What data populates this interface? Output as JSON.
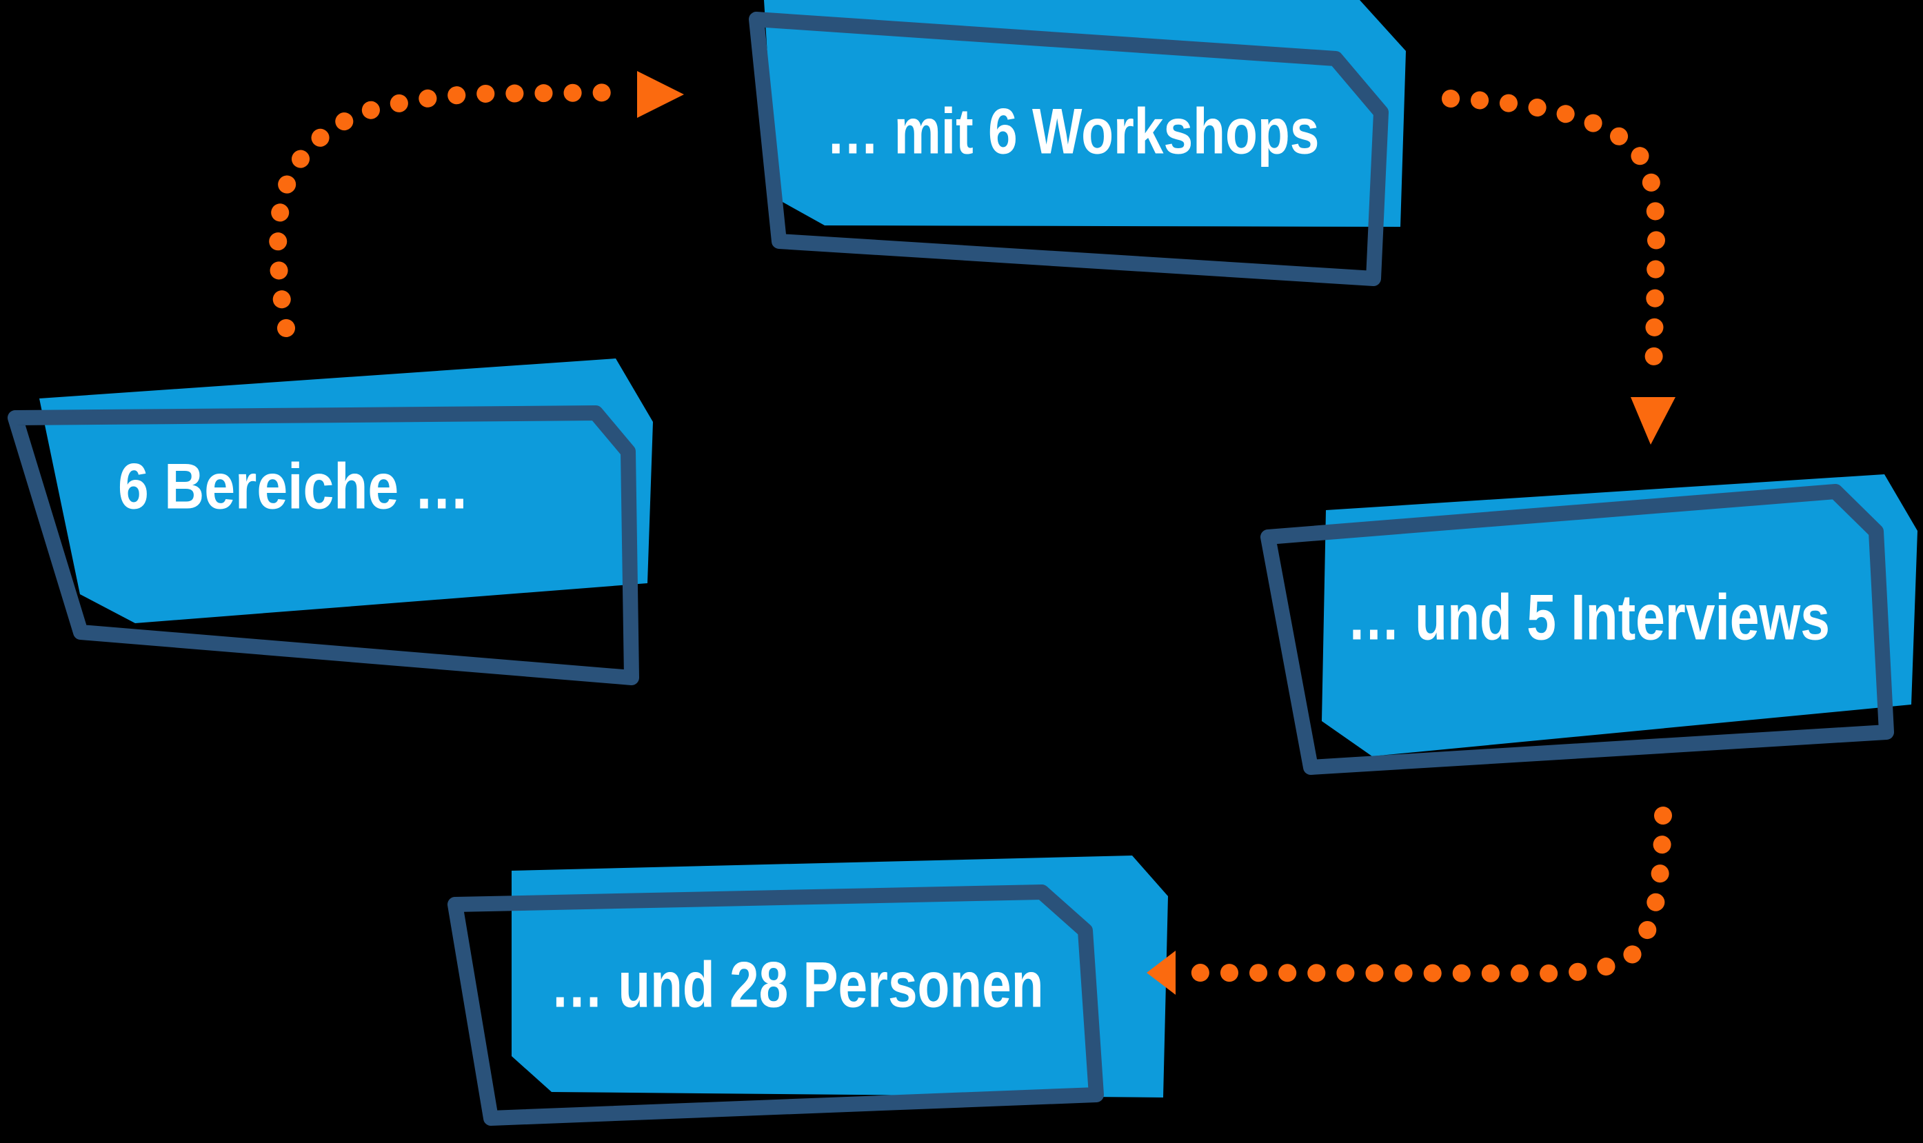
{
  "background": "#000000",
  "colors": {
    "node_fill": "#0D9BDB",
    "node_outline": "#2A527A",
    "arrow": "#FB6A0F",
    "label": "#FFFFFF"
  },
  "diagram": {
    "type": "cycle-flow",
    "nodes": [
      {
        "id": "bereiche",
        "label": "6 Bereiche …"
      },
      {
        "id": "workshops",
        "label": "… mit 6 Workshops"
      },
      {
        "id": "interviews",
        "label": "… und 5 Interviews"
      },
      {
        "id": "personen",
        "label": "… und 28 Personen"
      }
    ],
    "arrows": [
      {
        "from": "bereiche",
        "to": "workshops"
      },
      {
        "from": "workshops",
        "to": "interviews"
      },
      {
        "from": "interviews",
        "to": "personen"
      }
    ]
  }
}
